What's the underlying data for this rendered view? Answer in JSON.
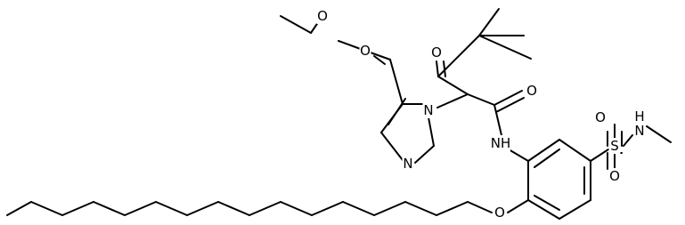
{
  "molecule": {
    "atoms": [
      {
        "id": "Oc1",
        "label": "O"
      },
      {
        "id": "Oc2",
        "label": "O"
      },
      {
        "id": "N1",
        "label": "N"
      },
      {
        "id": "N3",
        "label": "N"
      },
      {
        "id": "Ok",
        "label": "O"
      },
      {
        "id": "Oa",
        "label": "O"
      },
      {
        "id": "NH",
        "label": "NH"
      },
      {
        "id": "S",
        "label": "S"
      },
      {
        "id": "Os1",
        "label": "O"
      },
      {
        "id": "Os2",
        "label": "O"
      },
      {
        "id": "Ns",
        "label": "N"
      },
      {
        "id": "Hs",
        "label": "H"
      },
      {
        "id": "Oe",
        "label": "O"
      }
    ]
  },
  "colors": {
    "bond": "#000000",
    "label": "#000000",
    "background": "#ffffff"
  }
}
